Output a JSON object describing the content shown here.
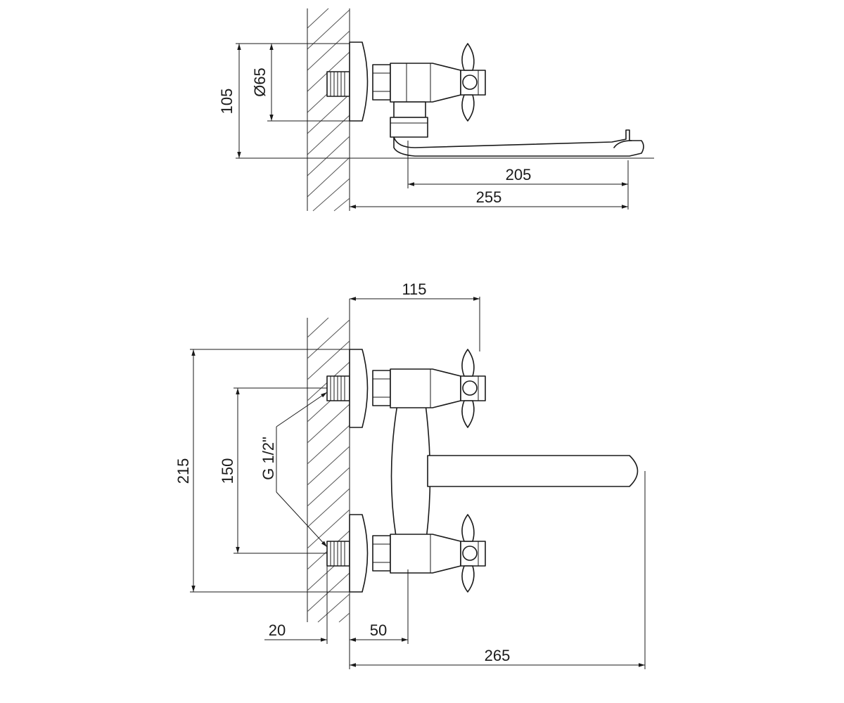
{
  "colors": {
    "line": "#1a1a1a",
    "hatch": "#555555",
    "background": "#ffffff"
  },
  "side_view": {
    "dim_height": "105",
    "dim_diameter": "Ø65",
    "dim_spout_reach": "205",
    "dim_total_depth": "255"
  },
  "front_view": {
    "dim_top_depth": "115",
    "dim_total_height": "215",
    "dim_inlet_spacing": "150",
    "thread_label": "G 1/2\"",
    "dim_thread_length": "20",
    "dim_nut_offset": "50",
    "dim_total_width": "265"
  }
}
